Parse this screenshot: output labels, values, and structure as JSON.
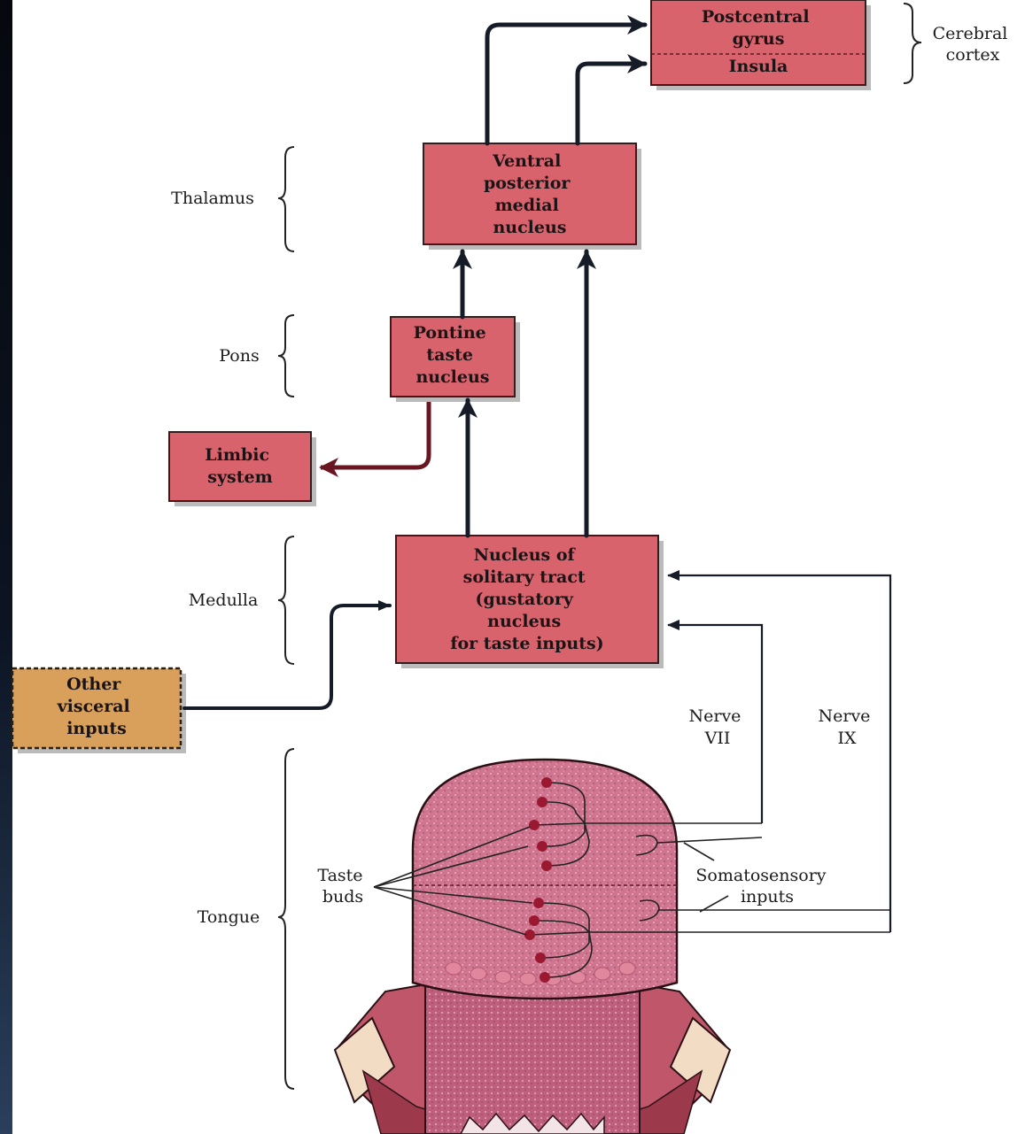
{
  "colors": {
    "box_fill": "#d8636c",
    "box_stroke": "#3a1a1c",
    "visceral_fill": "#d9a05c",
    "arrow_dark": "#151c28",
    "arrow_limbic": "#6a1620",
    "tongue_pink": "#cc6f8a",
    "taste_bud": "#9a1830",
    "line": "#222222"
  },
  "boxes": {
    "postcentral": [
      "Postcentral",
      "gyrus"
    ],
    "insula": [
      "Insula"
    ],
    "vpm": [
      "Ventral",
      "posterior",
      "medial",
      "nucleus"
    ],
    "pontine": [
      "Pontine",
      "taste",
      "nucleus"
    ],
    "limbic": [
      "Limbic",
      "system"
    ],
    "solitary": [
      "Nucleus of",
      "solitary tract",
      "(gustatory",
      "nucleus",
      "for taste inputs)"
    ],
    "visceral": [
      "Other",
      "visceral",
      "inputs"
    ]
  },
  "regions": {
    "cerebral_cortex": [
      "Cerebral",
      "cortex"
    ],
    "thalamus": "Thalamus",
    "pons": "Pons",
    "medulla": "Medulla",
    "tongue": "Tongue"
  },
  "nerves": {
    "vii": [
      "Nerve",
      "VII"
    ],
    "ix": [
      "Nerve",
      "IX"
    ]
  },
  "annotations": {
    "taste_buds": [
      "Taste",
      "buds"
    ],
    "somatosensory": [
      "Somatosensory",
      "inputs"
    ]
  },
  "icons": [
    "arrowhead-icon",
    "brace-icon",
    "taste-bud-icon"
  ]
}
